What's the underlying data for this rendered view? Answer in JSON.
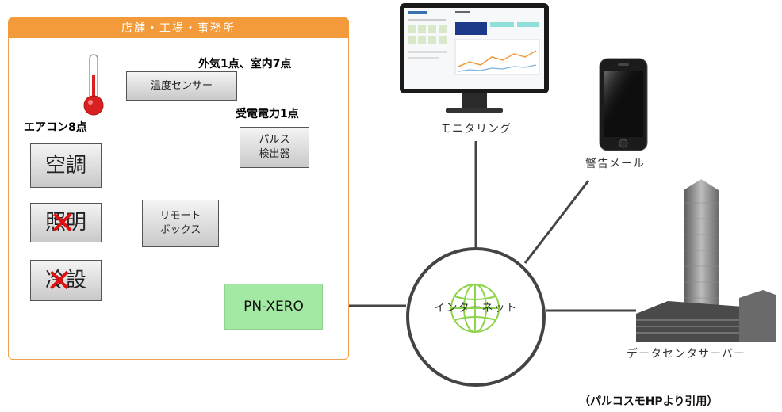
{
  "panel": {
    "title": "店舗・工場・事務所"
  },
  "labels": {
    "outdoor_indoor": "外気1点、室内7点",
    "power": "受電電力1点",
    "aircon": "エアコン8点"
  },
  "boxes": {
    "temp_sensor": "温度センサー",
    "pulse_line1": "パルス",
    "pulse_line2": "検出器",
    "remote_line1": "リモート",
    "remote_line2": "ボックス",
    "aircon": "空調",
    "lighting": "照明",
    "refrigeration": "冷設"
  },
  "pnxero": "PN-XERO",
  "internet": "インターネット",
  "nodes": {
    "monitoring": "モニタリング",
    "alert_mail": "警告メール",
    "datacenter": "データセンタサーバー"
  },
  "citation": "（パルコスモHPより引用）",
  "colors": {
    "panel_header": "#f39a3a",
    "pnxero": "#a3e9a3",
    "cross": "#e01010"
  }
}
